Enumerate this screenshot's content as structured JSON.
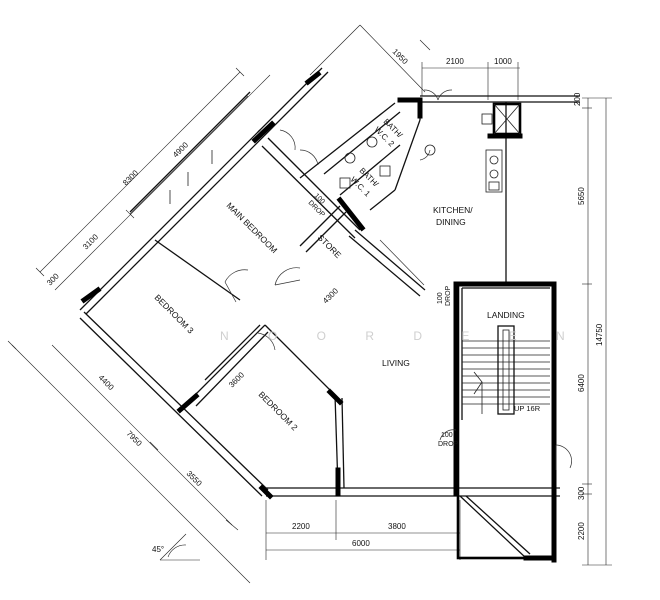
{
  "rooms": {
    "main_bedroom": "MAIN BEDROOM",
    "bedroom3": "BEDROOM 3",
    "bedroom2": "BEDROOM 2",
    "living": "LIVING",
    "kitchen_line1": "KITCHEN/",
    "kitchen_line2": "DINING",
    "store": "STORE",
    "landing": "LANDING",
    "bath2_line1": "BATH/",
    "bath2_line2": "W.C. 2",
    "bath1_line1": "BATH/",
    "bath1_line2": "W.C. 1"
  },
  "labels": {
    "drop_top_a": "100",
    "drop_top_b": "DROP",
    "drop_mid_a": "100",
    "drop_mid_b": "DROP",
    "drop_low_a": "100",
    "drop_low_b": "DROP",
    "up": "UP 16R",
    "angle": "45°",
    "watermark": "N O O R   D E E N"
  },
  "dims": {
    "d1950": "1950",
    "d2100": "2100",
    "d1000": "1000",
    "d200a": "200",
    "d8300": "8300",
    "d4900": "4900",
    "d3100": "3100",
    "d300a": "300",
    "d5650": "5650",
    "d14750": "14750",
    "d4300": "4300",
    "d3600": "3600",
    "d6400": "6400",
    "d4400": "4400",
    "d7950": "7950",
    "d3550": "3550",
    "d300b": "300",
    "d2200v": "2200",
    "d2200h": "2200",
    "d3800": "3800",
    "d6000": "6000"
  }
}
